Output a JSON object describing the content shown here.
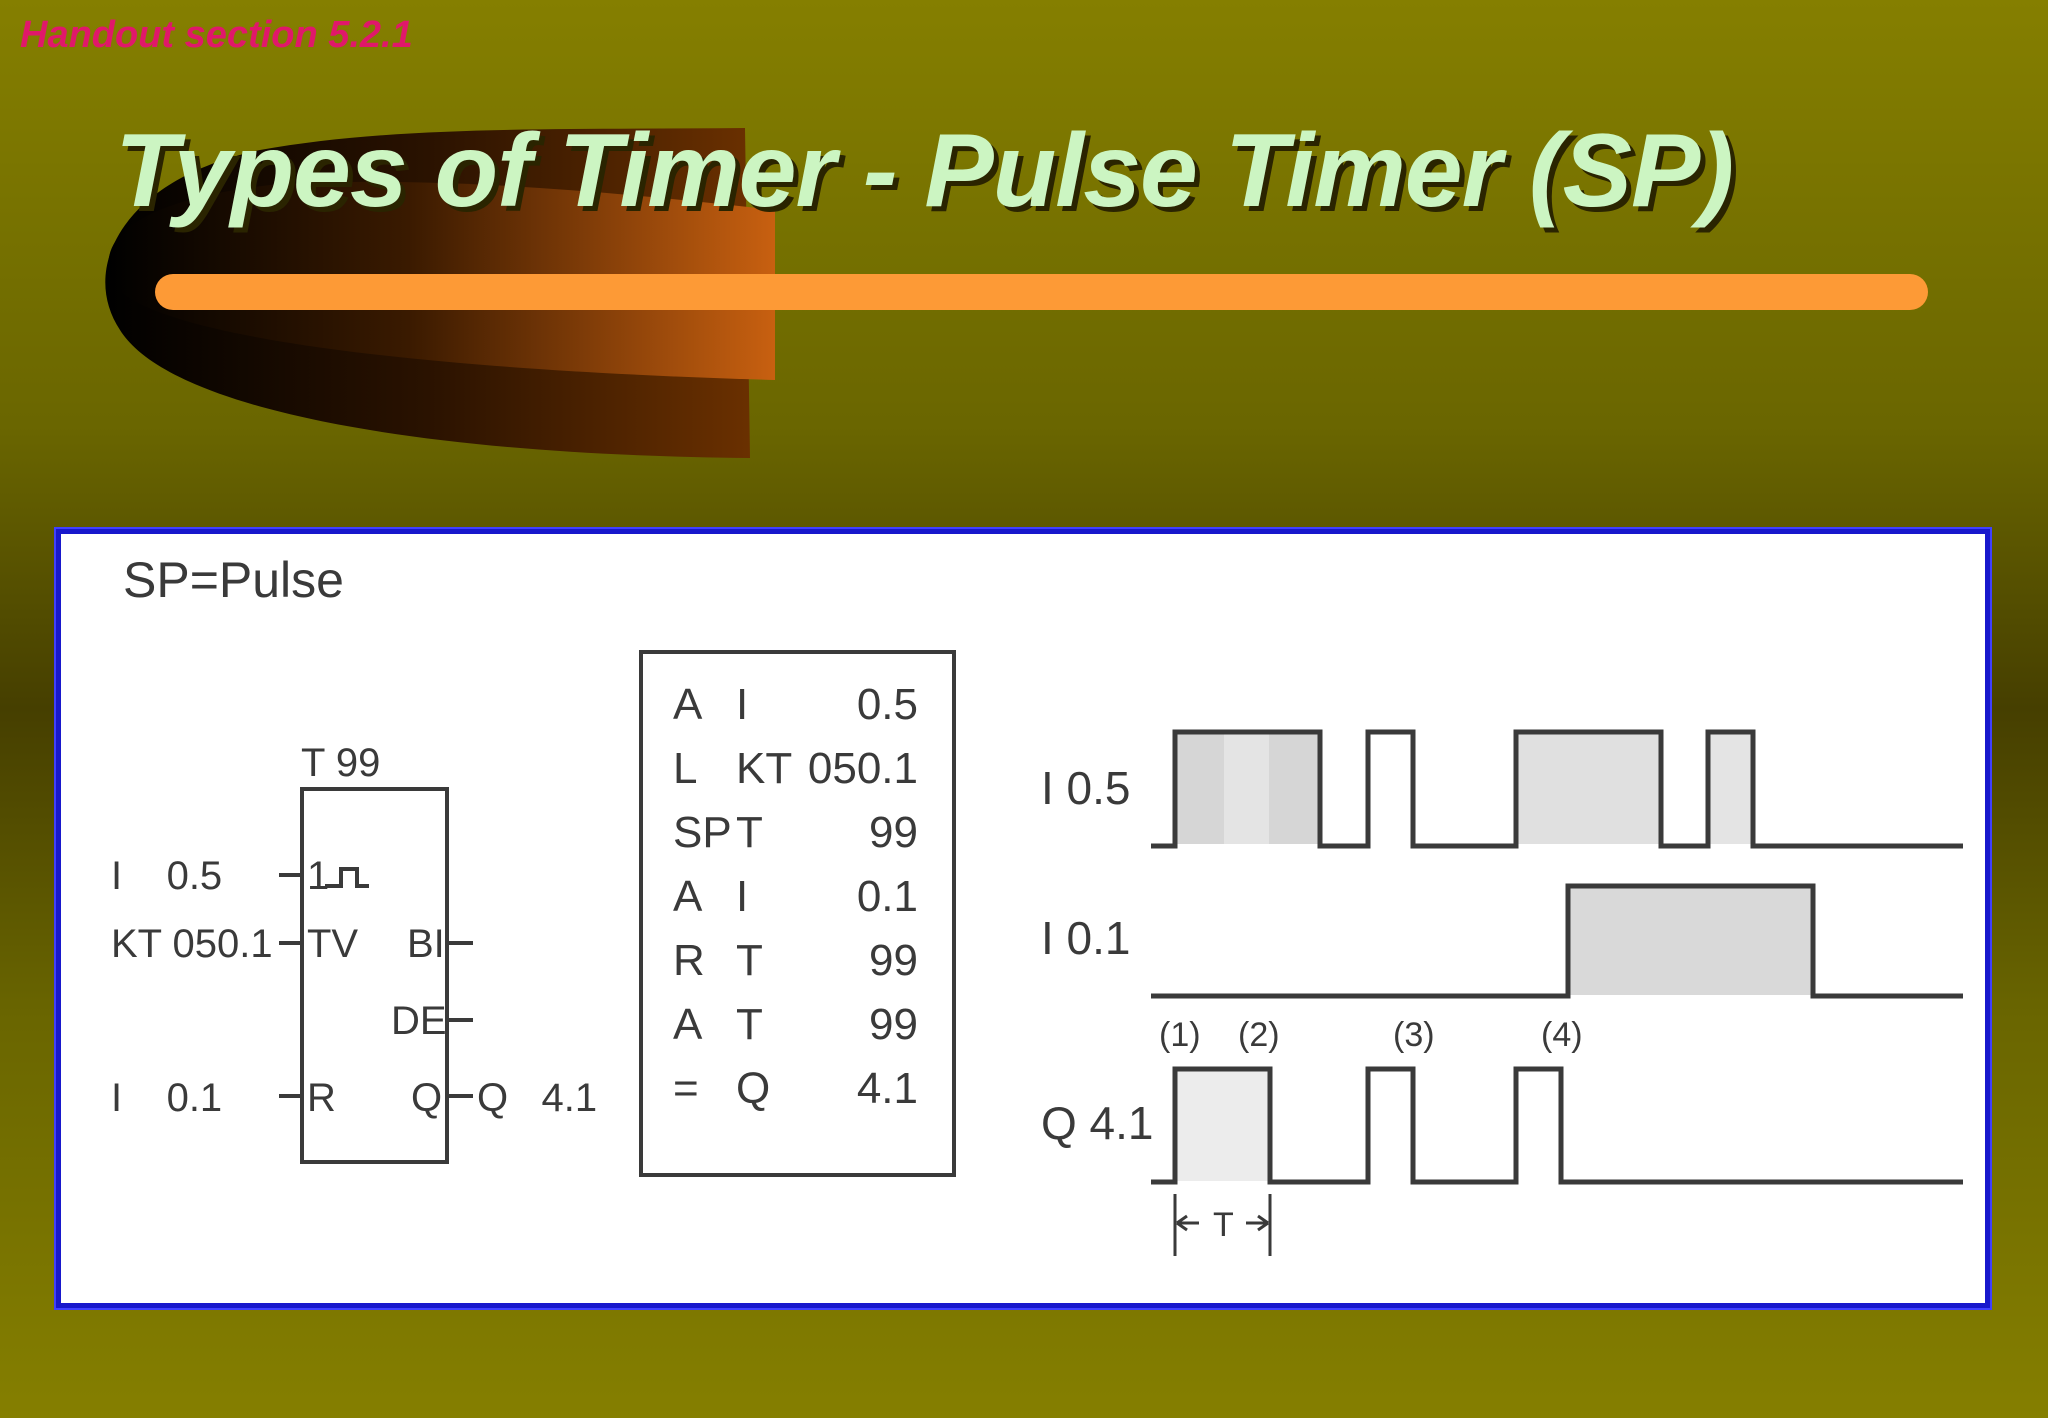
{
  "header": {
    "handout": "Handout section 5.2.1",
    "title": "Types of Timer - Pulse Timer (SP)"
  },
  "colors": {
    "background": "#6a6600",
    "title_text": "#ccf5c2",
    "handout_text": "#e0186a",
    "accent_bar": "#fd9a36",
    "panel_border": "#1818cc"
  },
  "diagram": {
    "heading": "SP=Pulse",
    "block": {
      "name": "T 99",
      "input_pin_s": "1",
      "input_pin_tv": "TV",
      "input_pin_r": "R",
      "output_bi": "BI",
      "output_de": "DE",
      "output_q": "Q",
      "in_s_label": "I    0.5",
      "in_tv_label": "KT 050.1",
      "in_r_label": "I    0.1",
      "out_q_label": "Q   4.1"
    },
    "stl": [
      [
        "A",
        "I",
        "0.5"
      ],
      [
        "L",
        "KT",
        "050.1"
      ],
      [
        "SP",
        "T",
        "99"
      ],
      [
        "A",
        "I",
        "0.1"
      ],
      [
        "R",
        "T",
        "99"
      ],
      [
        "A",
        "T",
        "99"
      ],
      [
        "=",
        "Q",
        "4.1"
      ]
    ],
    "timing": {
      "signals": [
        "I 0.5",
        "I 0.1",
        "Q 4.1"
      ],
      "markers": [
        "(1)",
        "(2)",
        "(3)",
        "(4)"
      ],
      "period_label": "T"
    }
  }
}
